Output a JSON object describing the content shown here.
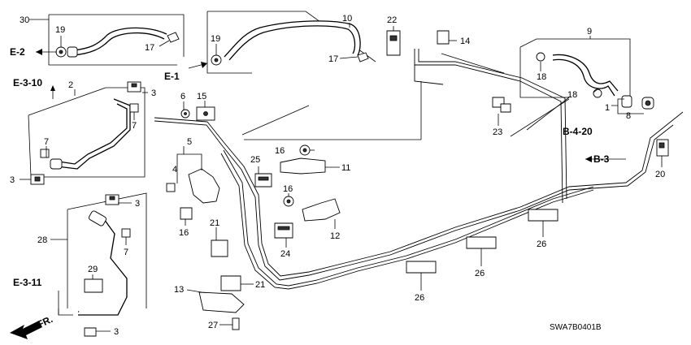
{
  "callouts": {
    "c1": "1",
    "c2": "2",
    "c3a": "3",
    "c3b": "3",
    "c3c": "3",
    "c3d": "3",
    "c4": "4",
    "c5": "5",
    "c6": "6",
    "c7a": "7",
    "c7b": "7",
    "c7c": "7",
    "c8": "8",
    "c9": "9",
    "c10": "10",
    "c11": "11",
    "c12": "12",
    "c13": "13",
    "c14": "14",
    "c15": "15",
    "c16a": "16",
    "c16b": "16",
    "c16c": "16",
    "c17a": "17",
    "c17b": "17",
    "c18a": "18",
    "c18b": "18",
    "c19a": "19",
    "c19b": "19",
    "c20": "20",
    "c21a": "21",
    "c21b": "21",
    "c22": "22",
    "c23": "23",
    "c24": "24",
    "c25": "25",
    "c26a": "26",
    "c26b": "26",
    "c26c": "26",
    "c27": "27",
    "c28": "28",
    "c29": "29",
    "c30": "30"
  },
  "refs": {
    "e2": "E-2",
    "e1": "E-1",
    "e3_10": "E-3-10",
    "e3_11": "E-3-11",
    "b4_20": "B-4-20",
    "b3": "B-3",
    "fr": "FR."
  },
  "diagram_code": "SWA7B0401B"
}
